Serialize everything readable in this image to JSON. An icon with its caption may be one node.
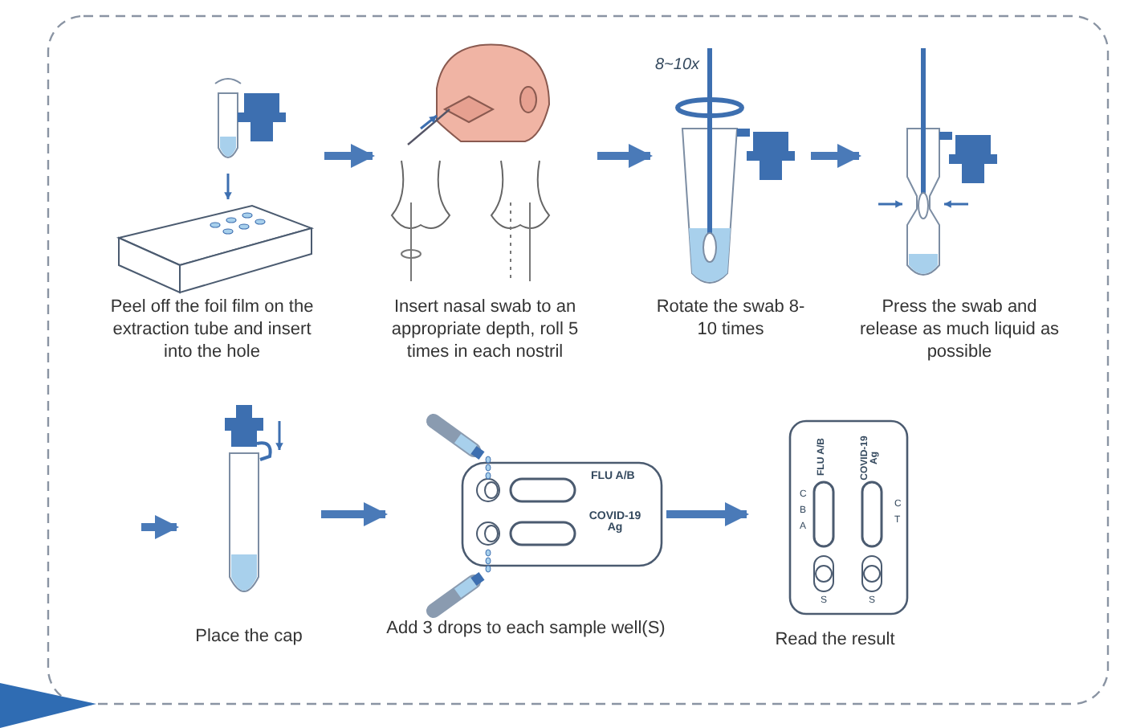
{
  "diagram": {
    "nodes": [
      {
        "text": [
          "Peel off the foil film on the extraction tube and insert into the hole"
        ]
      },
      {
        "text": [
          "Insert nasal swab to an appropriate depth, roll 5 times in each nostril"
        ]
      },
      {
        "text": [
          "Rotate the swab 8-10 times"
        ]
      },
      {
        "text": [
          "Press the swab and release as much liquid as possible"
        ]
      },
      {
        "text": [
          "Place the cap"
        ]
      },
      {
        "text": [
          "Add 3 drops to each sample well(S)"
        ]
      },
      {
        "text": [
          "Read the result"
        ]
      }
    ],
    "edges": [
      {
        "from": 0,
        "to": 1,
        "arrow": "to"
      },
      {
        "from": 1,
        "to": 2,
        "arrow": "to"
      },
      {
        "from": 2,
        "to": 3,
        "arrow": "to"
      },
      {
        "from": null,
        "to": 4,
        "arrow": "to"
      },
      {
        "from": 4,
        "to": 5,
        "arrow": "to"
      },
      {
        "from": 5,
        "to": 6,
        "arrow": "to"
      }
    ],
    "labels": [
      "8~10x",
      "FLU A/B",
      "COVID-19 Ag",
      "FLU A/B",
      "COVID-19 Ag",
      "C",
      "B",
      "A",
      "C",
      "T",
      "S",
      "S"
    ]
  }
}
